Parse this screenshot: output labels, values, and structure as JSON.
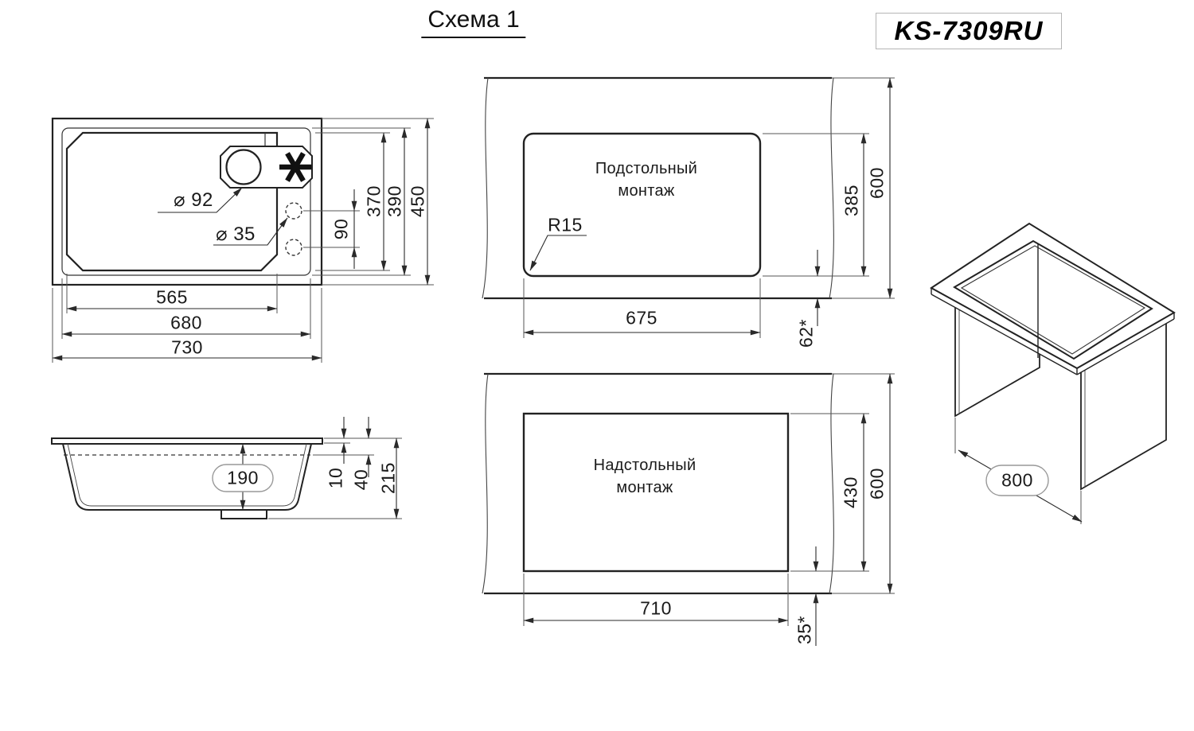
{
  "page": {
    "title": "Схема 1",
    "model": "KS-7309RU"
  },
  "top_view": {
    "width_overall": "730",
    "width_rim": "680",
    "width_bowl": "565",
    "height_overall": "450",
    "height_rim": "390",
    "height_bowl": "370",
    "hole_spacing": "90",
    "drain_diameter": "⌀ 92",
    "tap_hole_diameter": "⌀ 35"
  },
  "side_view": {
    "bowl_depth": "190",
    "rim_thickness": "10",
    "overflow_level": "40",
    "total_height": "215"
  },
  "undermount": {
    "title_line1": "Подстольный",
    "title_line2": "монтаж",
    "corner_radius": "R15",
    "cutout_width": "675",
    "cutout_height": "385",
    "counter_depth": "600",
    "edge_offset": "62*"
  },
  "overmount": {
    "title_line1": "Надстольный",
    "title_line2": "монтаж",
    "cutout_width": "710",
    "cutout_height": "430",
    "counter_depth": "600",
    "edge_offset": "35*"
  },
  "isometric": {
    "min_cabinet_width": "800"
  }
}
